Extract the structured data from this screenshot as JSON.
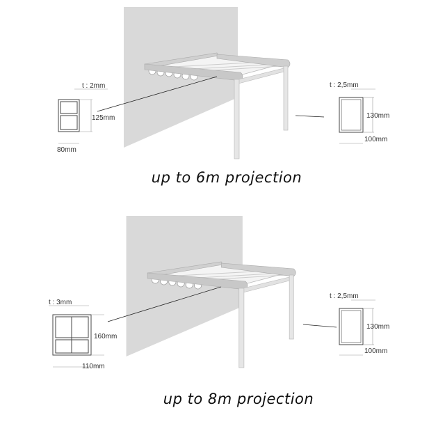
{
  "panels": [
    {
      "caption": "up to 6m projection",
      "beam_profile": {
        "thickness": "t : 2mm",
        "height": "125mm",
        "width": "80mm"
      },
      "post_profile": {
        "thickness": "t : 2,5mm",
        "height": "130mm",
        "width": "100mm"
      }
    },
    {
      "caption": "up to 8m projection",
      "beam_profile": {
        "thickness": "t : 3mm",
        "height": "160mm",
        "width": "110mm"
      },
      "post_profile": {
        "thickness": "t : 2,5mm",
        "height": "130mm",
        "width": "100mm"
      }
    }
  ],
  "colors": {
    "wall": "#d9d9d9",
    "frame": "#c8c8c8",
    "line": "#222222"
  }
}
